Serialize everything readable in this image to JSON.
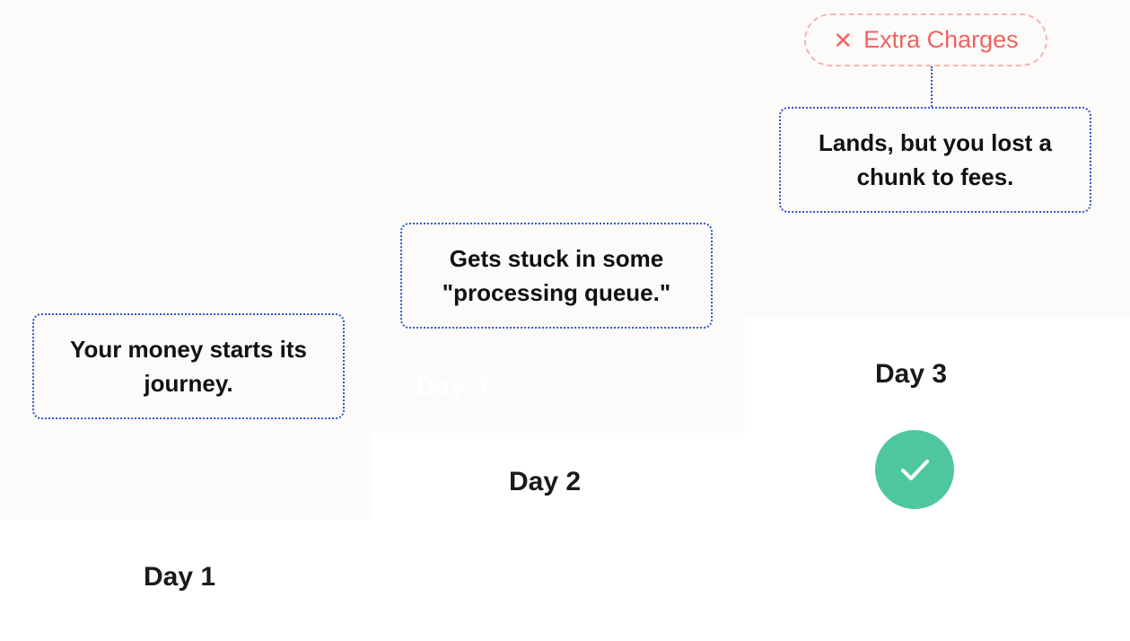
{
  "steps": [
    {
      "day": "Day 1",
      "text": "Your money starts its journey."
    },
    {
      "day": "Day 2",
      "text": "Gets stuck in some \"processing queue.\""
    },
    {
      "day": "Day 3",
      "text": "Lands, but you lost a chunk to fees."
    }
  ],
  "ghost_label": "Day 3",
  "fee_badge": {
    "label": "Extra Charges",
    "icon": "x-icon"
  },
  "completion": {
    "icon": "checkmark-icon"
  },
  "colors": {
    "background_band": "#fdfbf9",
    "card_border": "#2f55d4",
    "fee_red": "#ef6461",
    "fee_border": "#f4b4b2",
    "success_green": "#4fc79c"
  }
}
